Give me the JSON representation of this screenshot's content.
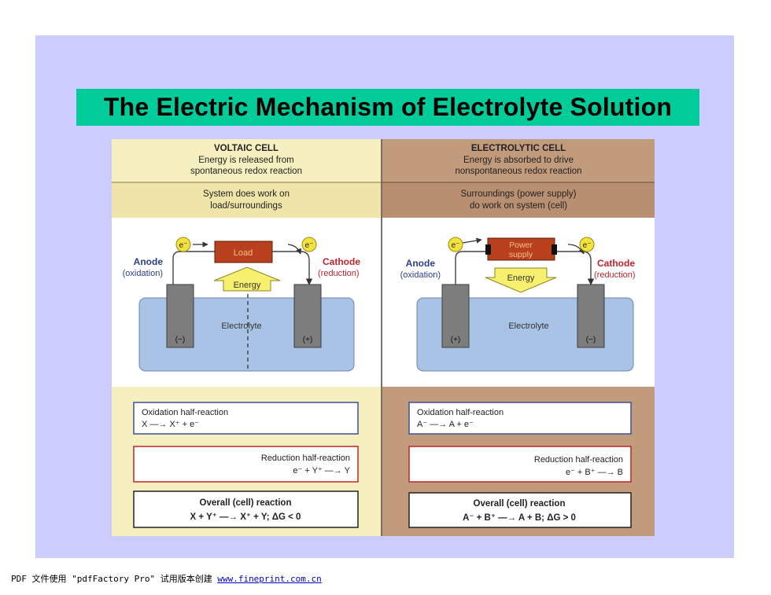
{
  "slide": {
    "title": "The Electric Mechanism of Electrolyte Solution"
  },
  "voltaic": {
    "heading": "VOLTAIC CELL",
    "sub1": "Energy is released from",
    "sub2": "spontaneous redox reaction",
    "work1": "System does work on",
    "work2": "load/surroundings",
    "load": "Load",
    "energy": "Energy",
    "electron": "e⁻",
    "anode": "Anode",
    "anode_sub": "(oxidation)",
    "cathode": "Cathode",
    "cathode_sub": "(reduction)",
    "electrolyte": "Electrolyte",
    "left_sign": "(−)",
    "right_sign": "(+)",
    "ox_label": "Oxidation half-reaction",
    "ox_eq": "X —→ X⁺ + e⁻",
    "red_label": "Reduction half-reaction",
    "red_eq": "e⁻ + Y⁺ —→ Y",
    "overall_label": "Overall (cell) reaction",
    "overall_eq": "X + Y⁺ —→ X⁺ + Y; ΔG < 0"
  },
  "electrolytic": {
    "heading": "ELECTROLYTIC CELL",
    "sub1": "Energy is absorbed to drive",
    "sub2": "nonspontaneous redox reaction",
    "work1": "Surroundings (power supply)",
    "work2": "do work on system (cell)",
    "power1": "Power",
    "power2": "supply",
    "energy": "Energy",
    "electron": "e⁻",
    "anode": "Anode",
    "anode_sub": "(oxidation)",
    "cathode": "Cathode",
    "cathode_sub": "(reduction)",
    "electrolyte": "Electrolyte",
    "left_sign": "(+)",
    "right_sign": "(−)",
    "ox_label": "Oxidation half-reaction",
    "ox_eq": "A⁻ —→ A + e⁻",
    "red_label": "Reduction half-reaction",
    "red_eq": "e⁻ + B⁺ —→ B",
    "overall_label": "Overall (cell) reaction",
    "overall_eq": "A⁻ + B⁺ —→ A + B; ΔG > 0"
  },
  "footer": {
    "text": "PDF 文件使用 \"pdfFactory Pro\" 试用版本创建 ",
    "link": "www.fineprint.com.cn"
  },
  "colors": {
    "slide_bg": "#ccccff",
    "title_bg": "#00cc99",
    "voltaic_panel": "#f6f0c0",
    "electrolytic_panel": "#c29a7c",
    "electrolyte": "#a9c3e6",
    "electrode": "#7d7d7d",
    "load": "#b8401c",
    "anode_text": "#2c3e8c",
    "cathode_text": "#c0242c",
    "electron": "#f3e23c"
  }
}
